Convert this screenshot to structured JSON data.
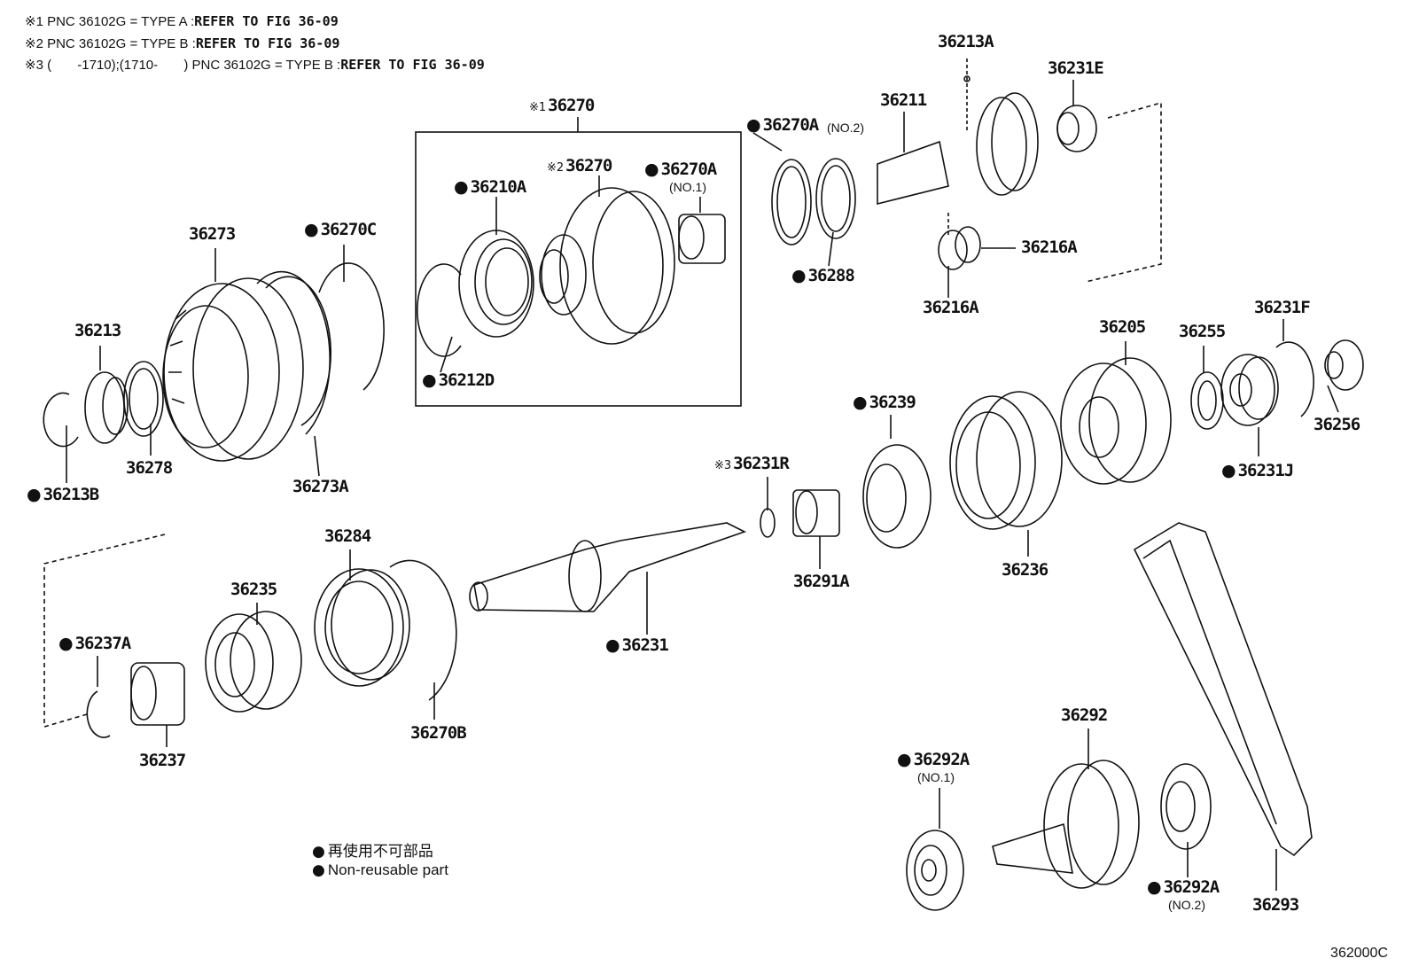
{
  "notes": [
    {
      "mark": "※1",
      "text": "PNC 36102G = TYPE A :",
      "ref": "REFER TO FIG 36-09"
    },
    {
      "mark": "※2",
      "text": "PNC 36102G = TYPE B :",
      "ref": "REFER TO FIG 36-09"
    },
    {
      "mark": "※3",
      "text": "(       -1710);(1710-       ) PNC 36102G = TYPE B :",
      "ref": "REFER TO FIG 36-09"
    }
  ],
  "parts": {
    "p36213A": "36213A",
    "p36231E": "36231E",
    "p36211": "36211",
    "p36270A_no2": "36270A",
    "no2": "(NO.2)",
    "p36270_top": "36270",
    "star1": "※1",
    "p36270_inner": "36270",
    "star2": "※2",
    "p36270A_no1": "36270A",
    "no1": "(NO.1)",
    "p36210A": "36210A",
    "p36216A_right": "36216A",
    "p36288": "36288",
    "p36216A_bottom": "36216A",
    "p36273": "36273",
    "p36270C": "36270C",
    "p36212D": "36212D",
    "p36213": "36213",
    "p36278": "36278",
    "p36213B": "36213B",
    "p36273A": "36273A",
    "p36205": "36205",
    "p36255": "36255",
    "p36231F": "36231F",
    "p36256": "36256",
    "p36231J": "36231J",
    "p36239": "36239",
    "star3": "※3",
    "p36231R": "36231R",
    "p36291A": "36291A",
    "p36236": "36236",
    "p36284": "36284",
    "p36235": "36235",
    "p36237A": "36237A",
    "p36237": "36237",
    "p36231": "36231",
    "p36270B": "36270B",
    "p36292": "36292",
    "p36292A_no1": "36292A",
    "no1b": "(NO.1)",
    "p36292A_no2": "36292A",
    "no2b": "(NO.2)",
    "p36293": "36293"
  },
  "legend": {
    "jp": "再使用不可部品",
    "en": "Non-reusable part"
  },
  "figure_code": "362000C"
}
